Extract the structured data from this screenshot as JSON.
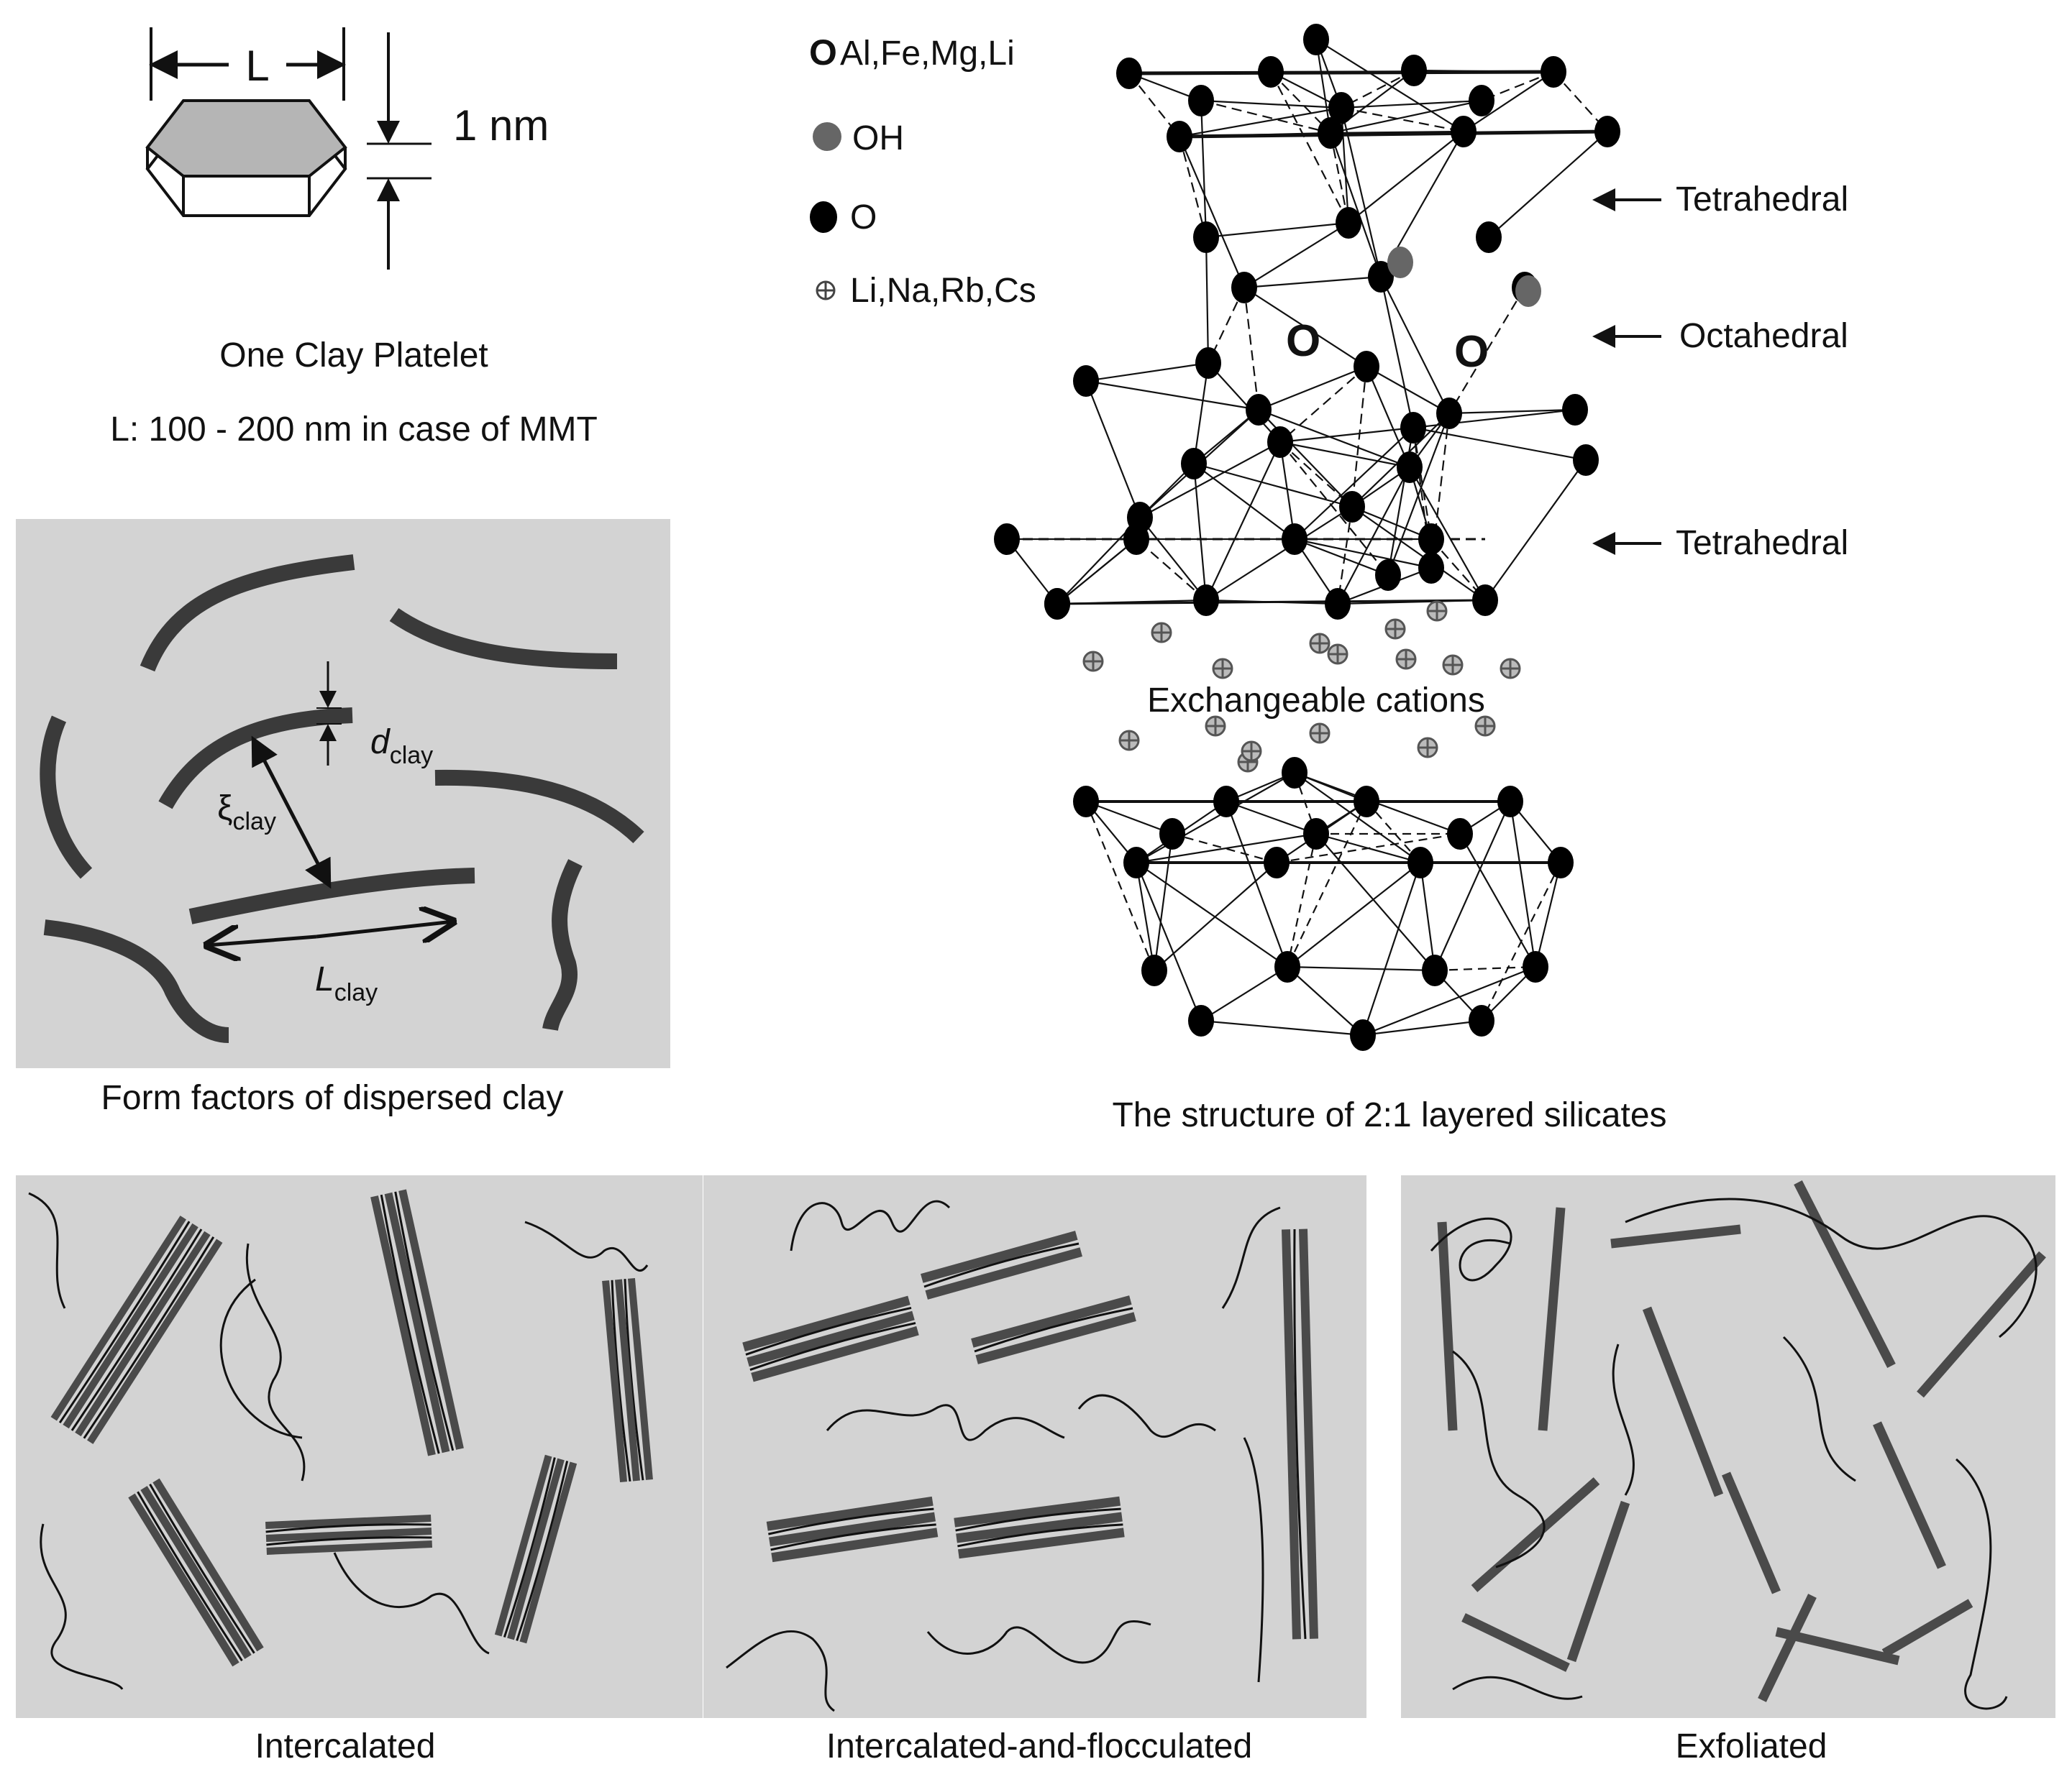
{
  "platelet": {
    "length_label": "L",
    "thickness_label": "1 nm",
    "caption": "One Clay Platelet",
    "note": "L: 100 - 200 nm in case of MMT"
  },
  "form_factors": {
    "d_main": "d",
    "d_sub": "clay",
    "xi_main": "ξ",
    "xi_sub": "clay",
    "l_main": "L",
    "l_sub": "clay",
    "caption": "Form  factors of dispersed clay"
  },
  "structure": {
    "legend": [
      {
        "symbol": "O",
        "label": "Al,Fe,Mg,Li"
      },
      {
        "symbol": "dot-grey",
        "label": "OH"
      },
      {
        "symbol": "dot-black",
        "label": "O"
      },
      {
        "symbol": "crossed",
        "label": "Li,Na,Rb,Cs"
      }
    ],
    "layers": [
      "Tetrahedral",
      "Octahedral",
      "Tetrahedral"
    ],
    "cations_label": "Exchangeable cations",
    "octahedral_marker": "O",
    "caption": "The structure of 2:1 layered silicates"
  },
  "morphologies": [
    {
      "caption": "Intercalated"
    },
    {
      "caption": "Intercalated-and-flocculated"
    },
    {
      "caption": "Exfoliated"
    }
  ],
  "colors": {
    "panel_bg": "#d3d3d3",
    "platelet": "#3a3a3a",
    "atom_O": "#000000",
    "atom_OH": "#666666"
  }
}
